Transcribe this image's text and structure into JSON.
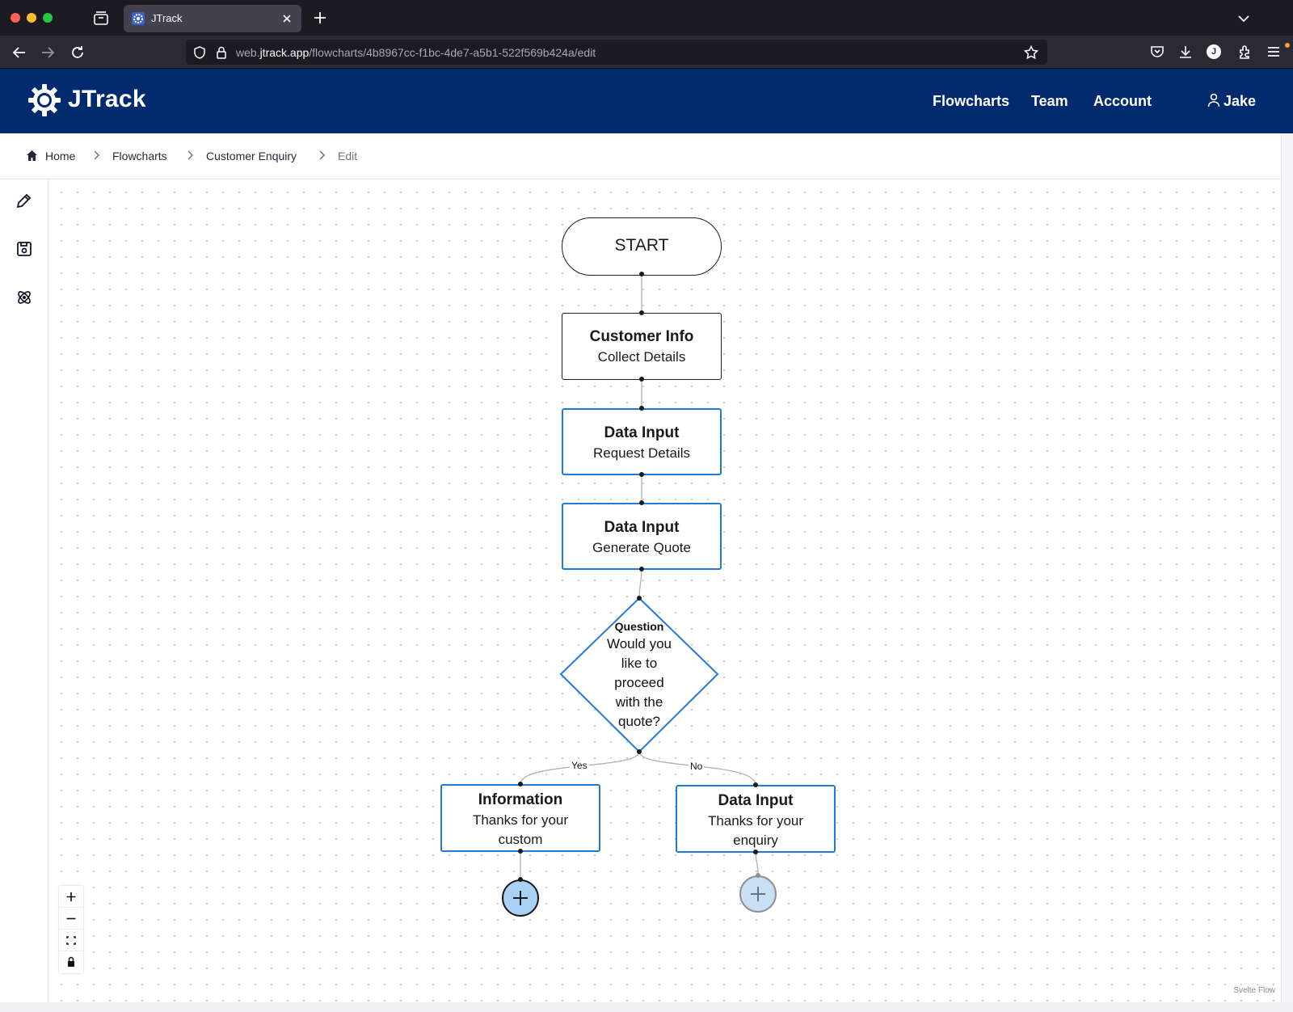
{
  "browser": {
    "tab_title": "JTrack",
    "url_prefix": "web.",
    "url_host": "jtrack.app",
    "url_path": "/flowcharts/4b8967cc-f1bc-4de7-a5b1-522f569b424a/edit",
    "profile_initial": "J"
  },
  "header": {
    "logo_text": "JTrack",
    "nav": [
      "Flowcharts",
      "Team",
      "Account"
    ],
    "user_name": "Jake",
    "brand_color": "#012a6f"
  },
  "breadcrumb": {
    "items": [
      "Home",
      "Flowcharts",
      "Customer Enquiry",
      "Edit"
    ]
  },
  "toolbar": {
    "tools": [
      "pencil-icon",
      "save-icon",
      "atom-icon"
    ]
  },
  "flow": {
    "start_label": "START",
    "nodes": [
      {
        "title": "Customer Info",
        "subtitle": "Collect Details"
      },
      {
        "title": "Data Input",
        "subtitle": "Request Details"
      },
      {
        "title": "Data Input",
        "subtitle": "Generate Quote"
      }
    ],
    "question": {
      "title": "Question",
      "lines": [
        "Would you",
        "like to",
        "proceed",
        "with the",
        "quote?"
      ]
    },
    "branches": [
      {
        "edge_label": "Yes",
        "title": "Information",
        "subtitle": "Thanks for your custom"
      },
      {
        "edge_label": "No",
        "title": "Data Input",
        "subtitle": "Thanks for your enquiry"
      }
    ],
    "node_border_color": "#1f7ad9",
    "add_button_color": "#a9d0f5"
  },
  "controls": {
    "buttons": [
      "zoom-in-icon",
      "zoom-out-icon",
      "fit-view-icon",
      "lock-icon"
    ]
  },
  "attribution": "Svelte Flow"
}
